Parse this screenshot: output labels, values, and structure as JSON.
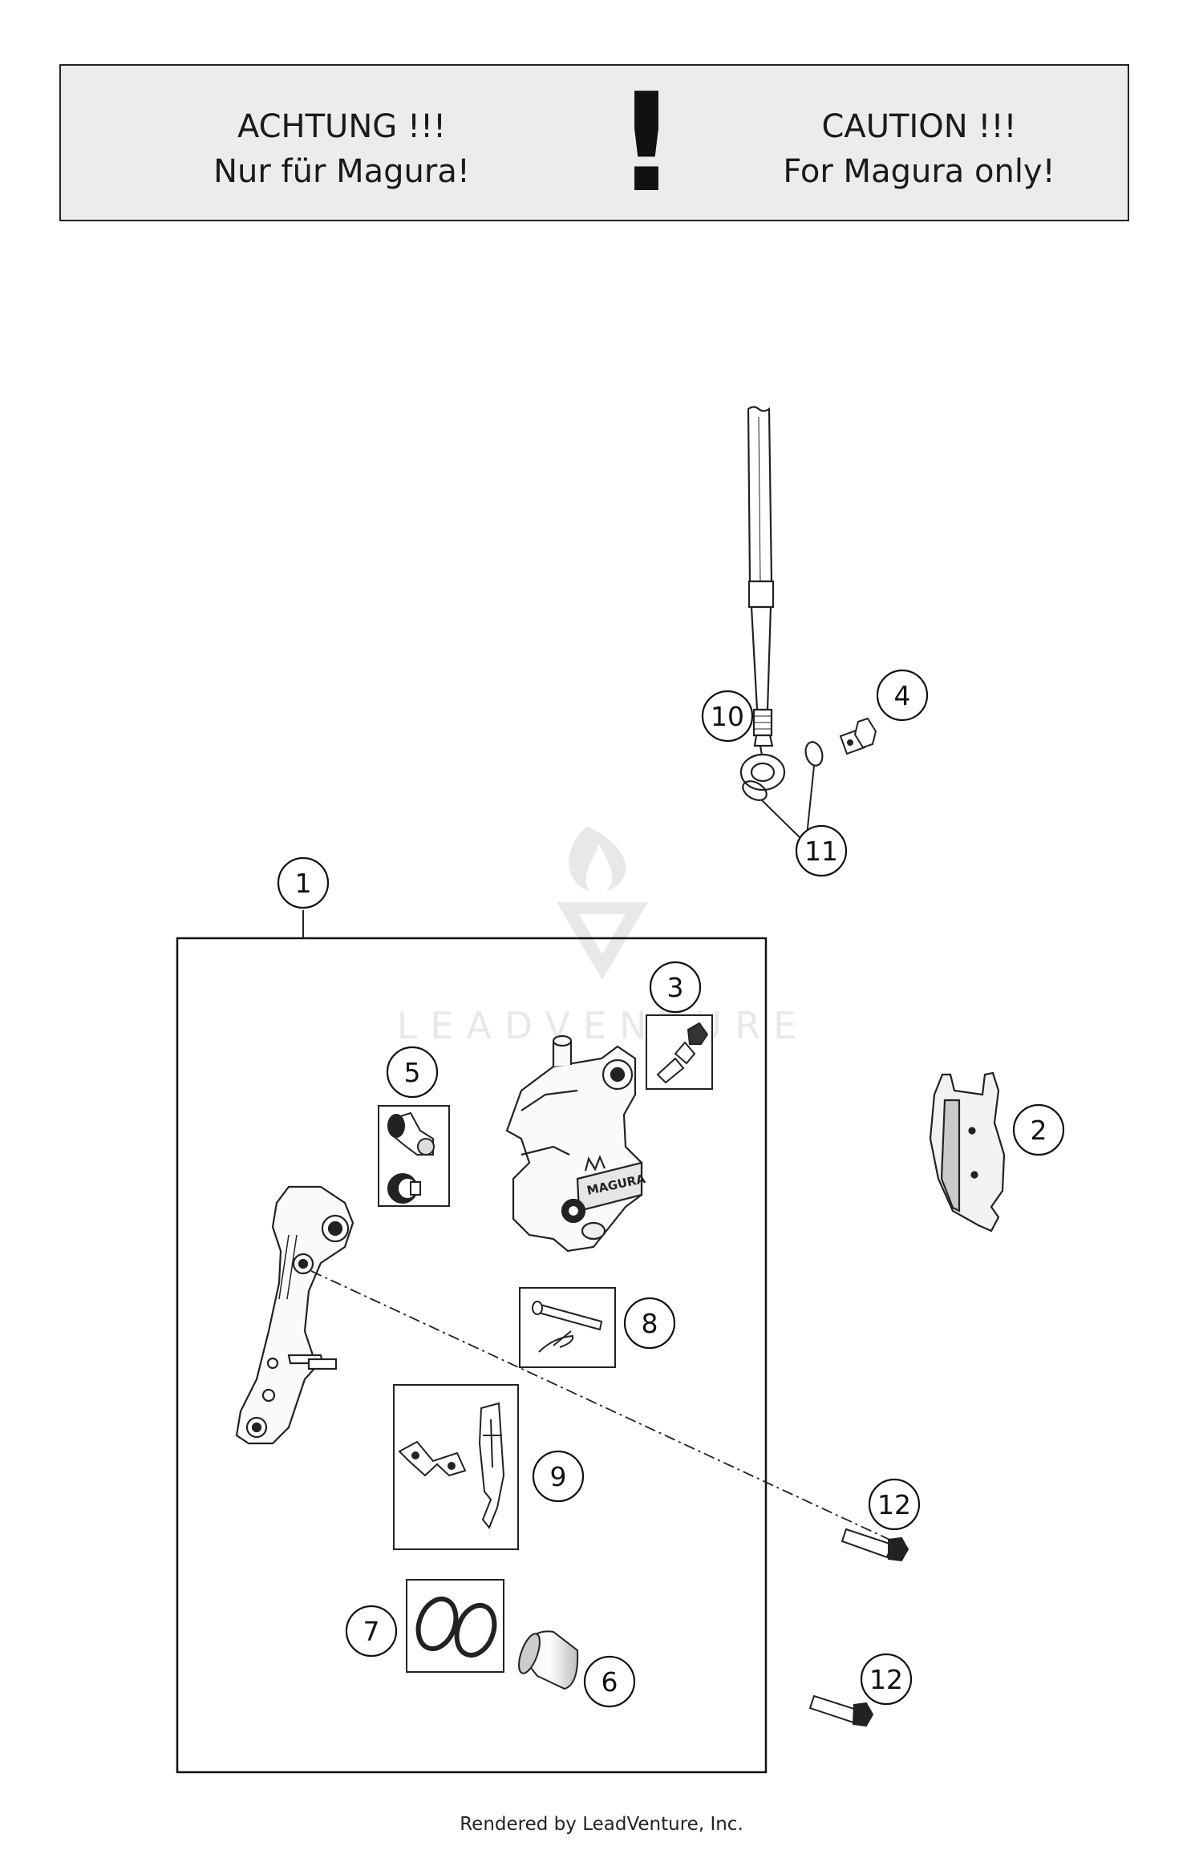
{
  "banner": {
    "german_line1": "ACHTUNG !!!",
    "german_line2": "Nur für Magura!",
    "symbol": "!",
    "english_line1": "CAUTION !!!",
    "english_line2": "For Magura only!"
  },
  "watermark": {
    "text": "LEADVENTURE"
  },
  "caliper_brand": "MAGURA",
  "callouts": [
    {
      "id": "1",
      "label": "1"
    },
    {
      "id": "2",
      "label": "2"
    },
    {
      "id": "3",
      "label": "3"
    },
    {
      "id": "4",
      "label": "4"
    },
    {
      "id": "5",
      "label": "5"
    },
    {
      "id": "6",
      "label": "6"
    },
    {
      "id": "7",
      "label": "7"
    },
    {
      "id": "8",
      "label": "8"
    },
    {
      "id": "9",
      "label": "9"
    },
    {
      "id": "10",
      "label": "10"
    },
    {
      "id": "11",
      "label": "11"
    },
    {
      "id": "12a",
      "label": "12"
    },
    {
      "id": "12b",
      "label": "12"
    }
  ],
  "footer": {
    "text": "Rendered by LeadVenture, Inc."
  }
}
